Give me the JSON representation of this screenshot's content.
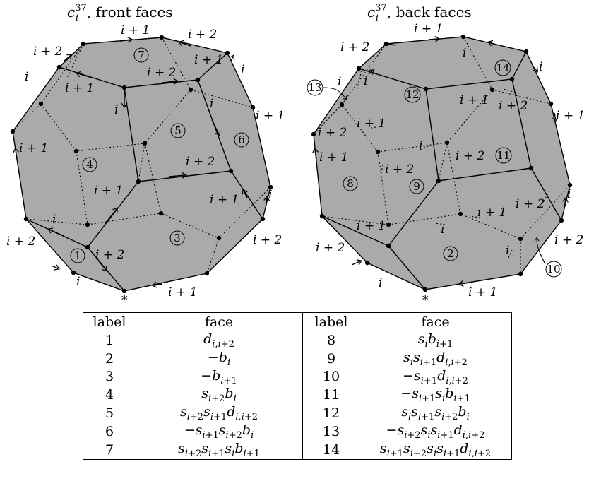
{
  "titles": {
    "front": {
      "symbol": "c",
      "sub": "i",
      "sup": "37",
      "rest": ", front faces"
    },
    "back": {
      "symbol": "c",
      "sub": "i",
      "sup": "37",
      "rest": ", back faces"
    }
  },
  "front_labels": {
    "top_i1": "i + 1",
    "top_i2": "i + 2",
    "upper_left_i2": "i + 2",
    "inner_i1_a": "i + 1",
    "inner_i2_a": "i + 2",
    "inner_i1_b": "i + 1",
    "right_i": "i",
    "left_i": "i",
    "right_i1": "i + 1",
    "inner_i_col": "i",
    "inner_i_right": "i",
    "left_mid_i1": "i + 1",
    "center_i2": "i + 2",
    "center_i1": "i + 1",
    "right_lower_i1": "i + 1",
    "right_lower_i": "i",
    "left_low_i": "i",
    "left_low_i2": "i + 2",
    "bottom_i2": "i + 2",
    "right_i2": "i + 2",
    "bottom_i": "i",
    "bottom_i1": "i + 1",
    "star": "*"
  },
  "front_faces": [
    "1",
    "3",
    "4",
    "5",
    "6",
    "7"
  ],
  "back_labels": {
    "top_i1": "i + 1",
    "upper_left_i2": "i + 2",
    "top_i": "i",
    "right_i": "i",
    "left_i_a": "i",
    "left_i_b": "i",
    "inner_i1": "i + 1",
    "inner_i2": "i + 2",
    "right_i1": "i + 1",
    "left_i2": "i + 2",
    "left_i1_b": "i + 1",
    "mid_i": "i",
    "mid_i2": "i + 2",
    "left_i1": "i + 1",
    "mid_i2_b": "i + 2",
    "right_i_b": "i",
    "right_i2_b": "i + 2",
    "low_i1": "i + 1",
    "low_i": "i",
    "low_i1_b": "i + 1",
    "bottom_left_i2": "i + 2",
    "bottom_right_i2": "i + 2",
    "inner_low_i": "i",
    "bottom_i": "i",
    "bottom_i1": "i + 1",
    "star": "*"
  },
  "back_faces": [
    "2",
    "8",
    "9",
    "10",
    "11",
    "12",
    "13",
    "14"
  ],
  "table": {
    "headers": [
      "label",
      "face",
      "label",
      "face"
    ],
    "rows": [
      {
        "l1": "1",
        "f1": "d_{i,i+2}",
        "l2": "8",
        "f2": "s_i b_{i+1}"
      },
      {
        "l1": "2",
        "f1": "−b_i",
        "l2": "9",
        "f2": "s_i s_{i+1} d_{i,i+2}"
      },
      {
        "l1": "3",
        "f1": "−b_{i+1}",
        "l2": "10",
        "f2": "−s_{i+1} d_{i,i+2}"
      },
      {
        "l1": "4",
        "f1": "s_{i+2} b_i",
        "l2": "11",
        "f2": "−s_{i+1} s_i b_{i+1}"
      },
      {
        "l1": "5",
        "f1": "s_{i+2} s_{i+1} d_{i,i+2}",
        "l2": "12",
        "f2": "s_i s_{i+1} s_{i+2} b_i"
      },
      {
        "l1": "6",
        "f1": "−s_{i+1} s_{i+2} b_i",
        "l2": "13",
        "f2": "−s_{i+2} s_i s_{i+1} d_{i,i+2}"
      },
      {
        "l1": "7",
        "f1": "s_{i+2} s_{i+1} s_i b_{i+1}",
        "l2": "14",
        "f2": "s_{i+1} s_{i+2} s_i s_{i+1} d_{i,i+2}"
      }
    ]
  }
}
